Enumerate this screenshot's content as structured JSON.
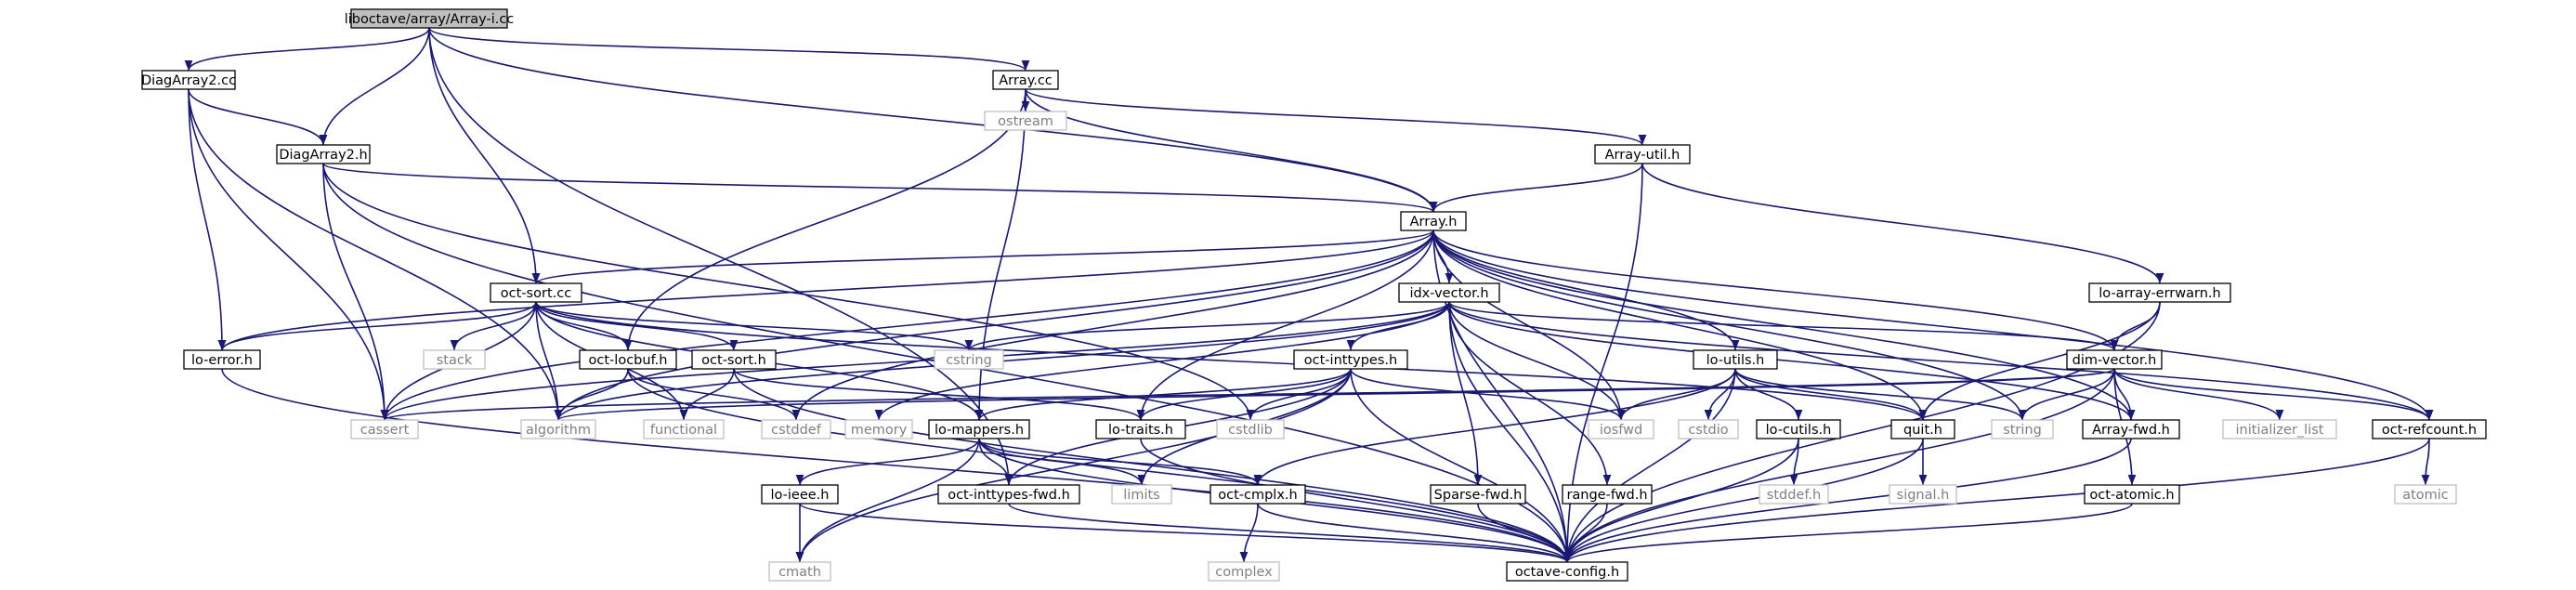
{
  "diagram": {
    "nodes": [
      {
        "id": "root",
        "label": "liboctave/array/Array-i.cc",
        "kind": "root"
      },
      {
        "id": "diagarray2cc",
        "label": "DiagArray2.cc",
        "kind": "file"
      },
      {
        "id": "arraycc",
        "label": "Array.cc",
        "kind": "file"
      },
      {
        "id": "diagarray2h",
        "label": "DiagArray2.h",
        "kind": "file"
      },
      {
        "id": "ostream",
        "label": "ostream",
        "kind": "system"
      },
      {
        "id": "arrayutilh",
        "label": "Array-util.h",
        "kind": "file"
      },
      {
        "id": "arrayh",
        "label": "Array.h",
        "kind": "file"
      },
      {
        "id": "octsortcc",
        "label": "oct-sort.cc",
        "kind": "file"
      },
      {
        "id": "idxvectorh",
        "label": "idx-vector.h",
        "kind": "file"
      },
      {
        "id": "loarrayerrwarnh",
        "label": "lo-array-errwarn.h",
        "kind": "file"
      },
      {
        "id": "loerrorh",
        "label": "lo-error.h",
        "kind": "file"
      },
      {
        "id": "stack",
        "label": "stack",
        "kind": "system"
      },
      {
        "id": "octlocbufh",
        "label": "oct-locbuf.h",
        "kind": "file"
      },
      {
        "id": "octsorth",
        "label": "oct-sort.h",
        "kind": "file"
      },
      {
        "id": "cstring",
        "label": "cstring",
        "kind": "system"
      },
      {
        "id": "octinttypesh",
        "label": "oct-inttypes.h",
        "kind": "file"
      },
      {
        "id": "loutilsh",
        "label": "lo-utils.h",
        "kind": "file"
      },
      {
        "id": "dimvectorh",
        "label": "dim-vector.h",
        "kind": "file"
      },
      {
        "id": "cassert",
        "label": "cassert",
        "kind": "system"
      },
      {
        "id": "algorithm",
        "label": "algorithm",
        "kind": "system"
      },
      {
        "id": "functional",
        "label": "functional",
        "kind": "system"
      },
      {
        "id": "cstddef",
        "label": "cstddef",
        "kind": "system"
      },
      {
        "id": "memory",
        "label": "memory",
        "kind": "system"
      },
      {
        "id": "lomappersh",
        "label": "lo-mappers.h",
        "kind": "file"
      },
      {
        "id": "lotraitsh",
        "label": "lo-traits.h",
        "kind": "file"
      },
      {
        "id": "cstdlib",
        "label": "cstdlib",
        "kind": "system"
      },
      {
        "id": "iosfwd",
        "label": "iosfwd",
        "kind": "system"
      },
      {
        "id": "cstdio",
        "label": "cstdio",
        "kind": "system"
      },
      {
        "id": "locutilsh",
        "label": "lo-cutils.h",
        "kind": "file"
      },
      {
        "id": "quith",
        "label": "quit.h",
        "kind": "file"
      },
      {
        "id": "string",
        "label": "string",
        "kind": "system"
      },
      {
        "id": "arrayfwdh",
        "label": "Array-fwd.h",
        "kind": "file"
      },
      {
        "id": "initializer_list",
        "label": "initializer_list",
        "kind": "system"
      },
      {
        "id": "octrefcounth",
        "label": "oct-refcount.h",
        "kind": "file"
      },
      {
        "id": "loieeeh",
        "label": "lo-ieee.h",
        "kind": "file"
      },
      {
        "id": "octinttypesfwdh",
        "label": "oct-inttypes-fwd.h",
        "kind": "file"
      },
      {
        "id": "limits",
        "label": "limits",
        "kind": "system"
      },
      {
        "id": "octcmplxh",
        "label": "oct-cmplx.h",
        "kind": "file"
      },
      {
        "id": "sparsefwdh",
        "label": "Sparse-fwd.h",
        "kind": "file"
      },
      {
        "id": "rangefwdh",
        "label": "range-fwd.h",
        "kind": "file"
      },
      {
        "id": "stddefh",
        "label": "stddef.h",
        "kind": "system"
      },
      {
        "id": "signalh",
        "label": "signal.h",
        "kind": "system"
      },
      {
        "id": "octatomich",
        "label": "oct-atomic.h",
        "kind": "file"
      },
      {
        "id": "atomic",
        "label": "atomic",
        "kind": "system"
      },
      {
        "id": "cmath",
        "label": "cmath",
        "kind": "system"
      },
      {
        "id": "complex",
        "label": "complex",
        "kind": "system"
      },
      {
        "id": "octaveconfigh",
        "label": "octave-config.h",
        "kind": "file"
      }
    ],
    "edges": [
      [
        "root",
        "diagarray2cc"
      ],
      [
        "root",
        "arraycc"
      ],
      [
        "root",
        "diagarray2h"
      ],
      [
        "root",
        "arrayh"
      ],
      [
        "root",
        "octsortcc"
      ],
      [
        "root",
        "octinttypesfwdh"
      ],
      [
        "diagarray2cc",
        "diagarray2h"
      ],
      [
        "diagarray2cc",
        "loerrorh"
      ],
      [
        "diagarray2cc",
        "cassert"
      ],
      [
        "diagarray2cc",
        "algorithm"
      ],
      [
        "arraycc",
        "ostream"
      ],
      [
        "arraycc",
        "arrayutilh"
      ],
      [
        "arraycc",
        "arrayh"
      ],
      [
        "arraycc",
        "octlocbufh"
      ],
      [
        "arraycc",
        "lomappersh"
      ],
      [
        "diagarray2h",
        "arrayh"
      ],
      [
        "diagarray2h",
        "cassert"
      ],
      [
        "diagarray2h",
        "cstdlib"
      ],
      [
        "diagarray2h",
        "octaveconfigh"
      ],
      [
        "arrayutilh",
        "arrayh"
      ],
      [
        "arrayutilh",
        "loarrayerrwarnh"
      ],
      [
        "arrayutilh",
        "octaveconfigh"
      ],
      [
        "arrayh",
        "idxvectorh"
      ],
      [
        "arrayh",
        "octsortcc"
      ],
      [
        "arrayh",
        "loerrorh"
      ],
      [
        "arrayh",
        "cassert"
      ],
      [
        "arrayh",
        "algorithm"
      ],
      [
        "arrayh",
        "cstddef"
      ],
      [
        "arrayh",
        "iosfwd"
      ],
      [
        "arrayh",
        "loutilsh"
      ],
      [
        "arrayh",
        "dimvectorh"
      ],
      [
        "arrayh",
        "quith"
      ],
      [
        "arrayh",
        "string"
      ],
      [
        "arrayh",
        "arrayfwdh"
      ],
      [
        "arrayh",
        "octrefcounth"
      ],
      [
        "arrayh",
        "lotraitsh"
      ],
      [
        "arrayh",
        "octaveconfigh"
      ],
      [
        "octsortcc",
        "loerrorh"
      ],
      [
        "octsortcc",
        "stack"
      ],
      [
        "octsortcc",
        "octlocbufh"
      ],
      [
        "octsortcc",
        "octsorth"
      ],
      [
        "octsortcc",
        "cstring"
      ],
      [
        "octsortcc",
        "cassert"
      ],
      [
        "octsortcc",
        "algorithm"
      ],
      [
        "octsortcc",
        "functional"
      ],
      [
        "octsortcc",
        "lomappersh"
      ],
      [
        "octsortcc",
        "quith"
      ],
      [
        "idxvectorh",
        "cstring"
      ],
      [
        "idxvectorh",
        "octinttypesh"
      ],
      [
        "idxvectorh",
        "cassert"
      ],
      [
        "idxvectorh",
        "algorithm"
      ],
      [
        "idxvectorh",
        "memory"
      ],
      [
        "idxvectorh",
        "iosfwd"
      ],
      [
        "idxvectorh",
        "dimvectorh"
      ],
      [
        "idxvectorh",
        "arrayfwdh"
      ],
      [
        "idxvectorh",
        "octrefcounth"
      ],
      [
        "idxvectorh",
        "sparsefwdh"
      ],
      [
        "idxvectorh",
        "rangefwdh"
      ],
      [
        "idxvectorh",
        "octaveconfigh"
      ],
      [
        "loarrayerrwarnh",
        "dimvectorh"
      ],
      [
        "loarrayerrwarnh",
        "quith"
      ],
      [
        "loarrayerrwarnh",
        "octaveconfigh"
      ],
      [
        "loerrorh",
        "octaveconfigh"
      ],
      [
        "octlocbufh",
        "algorithm"
      ],
      [
        "octlocbufh",
        "cstddef"
      ],
      [
        "octlocbufh",
        "octaveconfigh"
      ],
      [
        "octsorth",
        "functional"
      ],
      [
        "octsorth",
        "lotraitsh"
      ],
      [
        "octsorth",
        "octaveconfigh"
      ],
      [
        "octinttypesh",
        "cstdlib"
      ],
      [
        "octinttypesh",
        "iosfwd"
      ],
      [
        "octinttypesh",
        "limits"
      ],
      [
        "octinttypesh",
        "lomappersh"
      ],
      [
        "octinttypesh",
        "lotraitsh"
      ],
      [
        "octinttypesh",
        "octinttypesfwdh"
      ],
      [
        "octinttypesh",
        "cmath"
      ],
      [
        "octinttypesh",
        "octaveconfigh"
      ],
      [
        "loutilsh",
        "cstdio"
      ],
      [
        "loutilsh",
        "iosfwd"
      ],
      [
        "loutilsh",
        "locutilsh"
      ],
      [
        "loutilsh",
        "quith"
      ],
      [
        "loutilsh",
        "string"
      ],
      [
        "loutilsh",
        "octcmplxh"
      ],
      [
        "loutilsh",
        "octaveconfigh"
      ],
      [
        "dimvectorh",
        "cassert"
      ],
      [
        "dimvectorh",
        "algorithm"
      ],
      [
        "dimvectorh",
        "string"
      ],
      [
        "dimvectorh",
        "arrayfwdh"
      ],
      [
        "dimvectorh",
        "initializer_list"
      ],
      [
        "dimvectorh",
        "octrefcounth"
      ],
      [
        "dimvectorh",
        "octatomich"
      ],
      [
        "dimvectorh",
        "octaveconfigh"
      ],
      [
        "lomappersh",
        "limits"
      ],
      [
        "lomappersh",
        "loieeeh"
      ],
      [
        "lomappersh",
        "octcmplxh"
      ],
      [
        "lomappersh",
        "cmath"
      ],
      [
        "lomappersh",
        "octinttypesfwdh"
      ],
      [
        "lomappersh",
        "octaveconfigh"
      ],
      [
        "lotraitsh",
        "octaveconfigh"
      ],
      [
        "locutilsh",
        "stddefh"
      ],
      [
        "locutilsh",
        "octaveconfigh"
      ],
      [
        "quith",
        "signalh"
      ],
      [
        "quith",
        "octaveconfigh"
      ],
      [
        "arrayfwdh",
        "octaveconfigh"
      ],
      [
        "octrefcounth",
        "atomic"
      ],
      [
        "octrefcounth",
        "octaveconfigh"
      ],
      [
        "loieeeh",
        "cmath"
      ],
      [
        "loieeeh",
        "octaveconfigh"
      ],
      [
        "octinttypesfwdh",
        "octaveconfigh"
      ],
      [
        "octcmplxh",
        "complex"
      ],
      [
        "octcmplxh",
        "octaveconfigh"
      ],
      [
        "sparsefwdh",
        "octaveconfigh"
      ],
      [
        "rangefwdh",
        "octaveconfigh"
      ],
      [
        "octatomich",
        "octaveconfigh"
      ]
    ]
  }
}
